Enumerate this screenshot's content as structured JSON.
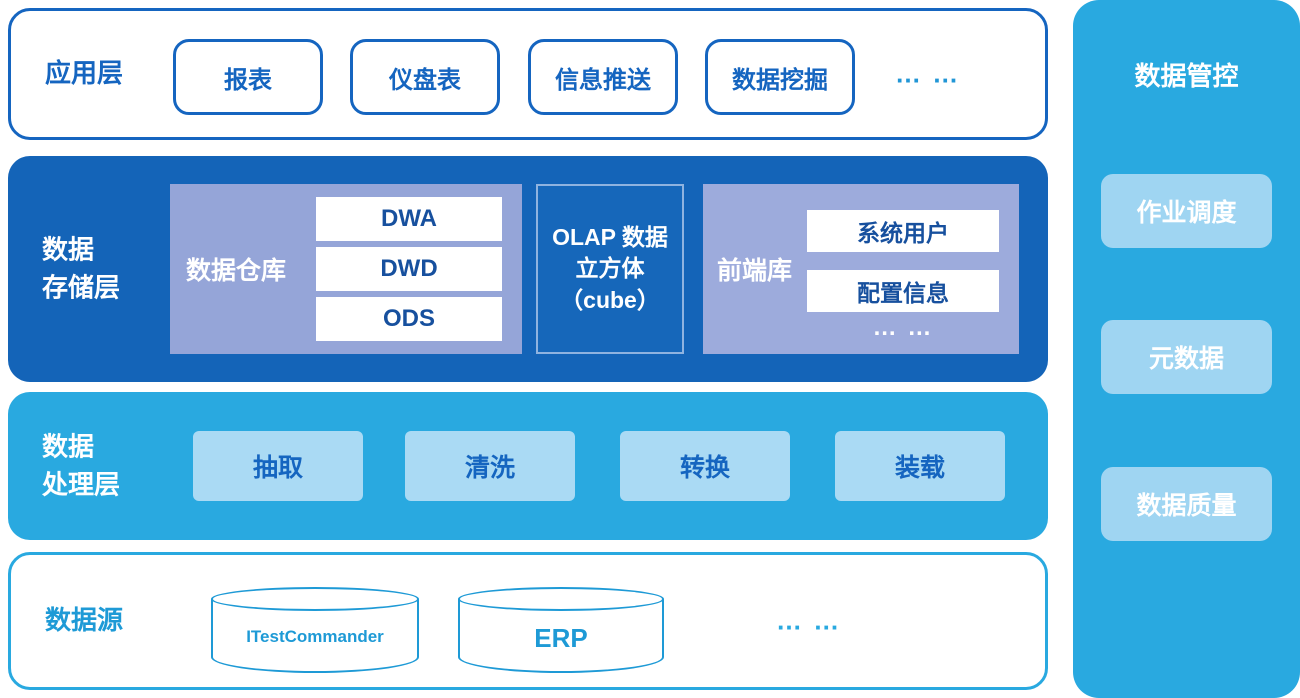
{
  "app_layer": {
    "label": "应用层",
    "items": [
      "报表",
      "仪盘表",
      "信息推送",
      "数据挖掘"
    ],
    "ellipsis": "… …"
  },
  "storage_layer": {
    "label_line1": "数据",
    "label_line2": "存储层",
    "warehouse": {
      "label": "数据仓库",
      "items": [
        "DWA",
        "DWD",
        "ODS"
      ]
    },
    "olap": {
      "line1": "OLAP 数据",
      "line2": "立方体",
      "line3": "（cube）"
    },
    "frontend": {
      "label": "前端库",
      "items": [
        "系统用户",
        "配置信息"
      ],
      "ellipsis": "… …"
    }
  },
  "processing_layer": {
    "label_line1": "数据",
    "label_line2": "处理层",
    "items": [
      "抽取",
      "清洗",
      "转换",
      "装载"
    ]
  },
  "source_layer": {
    "label": "数据源",
    "databases": [
      "ITestCommander",
      "ERP"
    ],
    "ellipsis": "… …"
  },
  "governance_panel": {
    "label": "数据管控",
    "items": [
      "作业调度",
      "元数据",
      "数据质量"
    ]
  },
  "colors": {
    "blue_border": "#1565c0",
    "storage_bg": "#1464b8",
    "periwinkle": "#95a5d8",
    "periwinkle_light": "#9dabdc",
    "navy_text": "#17509e",
    "olap_bg": "#1667ba",
    "olap_border": "#8fb3e0",
    "sky": "#29a9e0",
    "sky_light": "#aadaf4",
    "panel_box": "#9fd5f2",
    "cyl": "#1e9ad6"
  }
}
